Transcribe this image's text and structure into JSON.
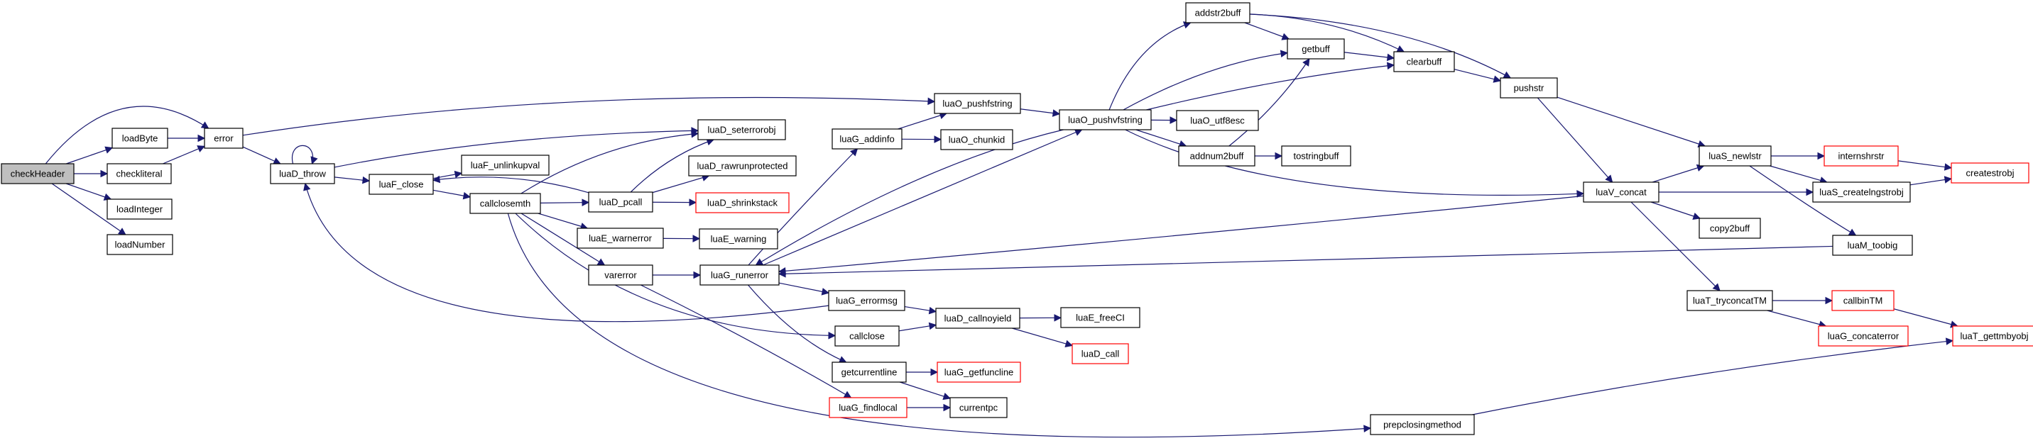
{
  "diagram": {
    "colors": {
      "edge": "#191970",
      "node_border": "#000000",
      "truncated_border": "#ff0000",
      "root_fill": "#bfbfbf",
      "node_fill": "#ffffff"
    },
    "nodes": [
      {
        "id": "checkHeader",
        "label": "checkHeader",
        "root": true
      },
      {
        "id": "loadByte",
        "label": "loadByte"
      },
      {
        "id": "checkliteral",
        "label": "checkliteral"
      },
      {
        "id": "loadInteger",
        "label": "loadInteger"
      },
      {
        "id": "loadNumber",
        "label": "loadNumber"
      },
      {
        "id": "error",
        "label": "error"
      },
      {
        "id": "luaD_throw",
        "label": "luaD_throw"
      },
      {
        "id": "luaF_close",
        "label": "luaF_close"
      },
      {
        "id": "luaF_unlinkupval",
        "label": "luaF_unlinkupval"
      },
      {
        "id": "callclosemth",
        "label": "callclosemth"
      },
      {
        "id": "luaD_seterrorobj",
        "label": "luaD_seterrorobj"
      },
      {
        "id": "luaD_rawrunprotected",
        "label": "luaD_rawrunprotected"
      },
      {
        "id": "luaD_pcall",
        "label": "luaD_pcall"
      },
      {
        "id": "luaD_shrinkstack",
        "label": "luaD_shrinkstack",
        "truncated": true
      },
      {
        "id": "luaE_warnerror",
        "label": "luaE_warnerror"
      },
      {
        "id": "luaE_warning",
        "label": "luaE_warning"
      },
      {
        "id": "varerror",
        "label": "varerror"
      },
      {
        "id": "luaG_runerror",
        "label": "luaG_runerror"
      },
      {
        "id": "luaG_addinfo",
        "label": "luaG_addinfo"
      },
      {
        "id": "luaO_chunkid",
        "label": "luaO_chunkid"
      },
      {
        "id": "luaO_pushfstring",
        "label": "luaO_pushfstring"
      },
      {
        "id": "luaO_pushvfstring",
        "label": "luaO_pushvfstring"
      },
      {
        "id": "luaG_errormsg",
        "label": "luaG_errormsg"
      },
      {
        "id": "callclose",
        "label": "callclose"
      },
      {
        "id": "luaD_callnoyield",
        "label": "luaD_callnoyield"
      },
      {
        "id": "luaE_freeCI",
        "label": "luaE_freeCI"
      },
      {
        "id": "luaD_call",
        "label": "luaD_call",
        "truncated": true
      },
      {
        "id": "getcurrentline",
        "label": "getcurrentline"
      },
      {
        "id": "luaG_getfuncline",
        "label": "luaG_getfuncline",
        "truncated": true
      },
      {
        "id": "luaG_findlocal",
        "label": "luaG_findlocal",
        "truncated": true
      },
      {
        "id": "currentpc",
        "label": "currentpc"
      },
      {
        "id": "addstr2buff",
        "label": "addstr2buff"
      },
      {
        "id": "getbuff",
        "label": "getbuff"
      },
      {
        "id": "clearbuff",
        "label": "clearbuff"
      },
      {
        "id": "pushstr",
        "label": "pushstr"
      },
      {
        "id": "luaO_utf8esc",
        "label": "luaO_utf8esc"
      },
      {
        "id": "addnum2buff",
        "label": "addnum2buff"
      },
      {
        "id": "tostringbuff",
        "label": "tostringbuff"
      },
      {
        "id": "luaV_concat",
        "label": "luaV_concat"
      },
      {
        "id": "copy2buff",
        "label": "copy2buff"
      },
      {
        "id": "luaT_tryconcatTM",
        "label": "luaT_tryconcatTM"
      },
      {
        "id": "luaS_newlstr",
        "label": "luaS_newlstr"
      },
      {
        "id": "internshrstr",
        "label": "internshrstr",
        "truncated": true
      },
      {
        "id": "luaS_createlngstrobj",
        "label": "luaS_createlngstrobj"
      },
      {
        "id": "createstrobj",
        "label": "createstrobj",
        "truncated": true
      },
      {
        "id": "luaM_toobig",
        "label": "luaM_toobig"
      },
      {
        "id": "callbinTM",
        "label": "callbinTM",
        "truncated": true
      },
      {
        "id": "luaG_concaterror",
        "label": "luaG_concaterror",
        "truncated": true
      },
      {
        "id": "luaT_gettmbyobj",
        "label": "luaT_gettmbyobj",
        "truncated": true
      },
      {
        "id": "prepclosingmethod",
        "label": "prepclosingmethod"
      }
    ],
    "edges": [
      [
        "checkHeader",
        "loadByte"
      ],
      [
        "checkHeader",
        "checkliteral"
      ],
      [
        "checkHeader",
        "loadInteger"
      ],
      [
        "checkHeader",
        "loadNumber"
      ],
      [
        "checkHeader",
        "error"
      ],
      [
        "loadByte",
        "error"
      ],
      [
        "checkliteral",
        "error"
      ],
      [
        "error",
        "luaD_throw"
      ],
      [
        "error",
        "luaO_pushfstring"
      ],
      [
        "luaD_throw",
        "luaD_throw"
      ],
      [
        "luaD_throw",
        "luaF_close"
      ],
      [
        "luaD_throw",
        "luaD_seterrorobj"
      ],
      [
        "luaF_close",
        "luaF_unlinkupval"
      ],
      [
        "luaF_close",
        "callclosemth"
      ],
      [
        "callclosemth",
        "luaD_seterrorobj"
      ],
      [
        "callclosemth",
        "luaD_pcall"
      ],
      [
        "callclosemth",
        "luaE_warnerror"
      ],
      [
        "callclosemth",
        "varerror"
      ],
      [
        "callclosemth",
        "callclose"
      ],
      [
        "callclosemth",
        "prepclosingmethod"
      ],
      [
        "luaD_pcall",
        "luaF_close"
      ],
      [
        "luaD_pcall",
        "luaD_seterrorobj"
      ],
      [
        "luaD_pcall",
        "luaD_rawrunprotected"
      ],
      [
        "luaD_pcall",
        "luaD_shrinkstack"
      ],
      [
        "luaE_warnerror",
        "luaE_warning"
      ],
      [
        "varerror",
        "luaG_runerror"
      ],
      [
        "varerror",
        "luaG_findlocal"
      ],
      [
        "luaG_runerror",
        "luaG_addinfo"
      ],
      [
        "luaG_runerror",
        "luaO_pushvfstring"
      ],
      [
        "luaG_runerror",
        "luaG_errormsg"
      ],
      [
        "luaG_runerror",
        "getcurrentline"
      ],
      [
        "luaG_addinfo",
        "luaO_pushfstring"
      ],
      [
        "luaG_addinfo",
        "luaO_chunkid"
      ],
      [
        "luaO_pushfstring",
        "luaO_pushvfstring"
      ],
      [
        "luaO_pushvfstring",
        "addstr2buff"
      ],
      [
        "luaO_pushvfstring",
        "getbuff"
      ],
      [
        "luaO_pushvfstring",
        "clearbuff"
      ],
      [
        "luaO_pushvfstring",
        "luaO_utf8esc"
      ],
      [
        "luaO_pushvfstring",
        "addnum2buff"
      ],
      [
        "luaO_pushvfstring",
        "luaV_concat"
      ],
      [
        "luaO_pushvfstring",
        "luaG_runerror"
      ],
      [
        "addstr2buff",
        "getbuff"
      ],
      [
        "addstr2buff",
        "clearbuff"
      ],
      [
        "addstr2buff",
        "pushstr"
      ],
      [
        "getbuff",
        "clearbuff"
      ],
      [
        "clearbuff",
        "pushstr"
      ],
      [
        "addnum2buff",
        "getbuff"
      ],
      [
        "addnum2buff",
        "tostringbuff"
      ],
      [
        "pushstr",
        "luaS_newlstr"
      ],
      [
        "pushstr",
        "luaV_concat"
      ],
      [
        "luaV_concat",
        "luaS_newlstr"
      ],
      [
        "luaV_concat",
        "luaS_createlngstrobj"
      ],
      [
        "luaV_concat",
        "copy2buff"
      ],
      [
        "luaV_concat",
        "luaT_tryconcatTM"
      ],
      [
        "luaV_concat",
        "luaG_runerror"
      ],
      [
        "luaS_newlstr",
        "internshrstr"
      ],
      [
        "luaS_newlstr",
        "luaS_createlngstrobj"
      ],
      [
        "luaS_newlstr",
        "luaM_toobig"
      ],
      [
        "internshrstr",
        "createstrobj"
      ],
      [
        "luaS_createlngstrobj",
        "createstrobj"
      ],
      [
        "luaM_toobig",
        "luaG_runerror"
      ],
      [
        "luaT_tryconcatTM",
        "callbinTM"
      ],
      [
        "luaT_tryconcatTM",
        "luaG_concaterror"
      ],
      [
        "callbinTM",
        "luaT_gettmbyobj"
      ],
      [
        "luaG_errormsg",
        "luaD_callnoyield"
      ],
      [
        "luaG_errormsg",
        "luaD_throw"
      ],
      [
        "callclose",
        "luaD_callnoyield"
      ],
      [
        "luaD_callnoyield",
        "luaE_freeCI"
      ],
      [
        "luaD_callnoyield",
        "luaD_call"
      ],
      [
        "getcurrentline",
        "luaG_getfuncline"
      ],
      [
        "getcurrentline",
        "currentpc"
      ],
      [
        "luaG_findlocal",
        "currentpc"
      ],
      [
        "prepclosingmethod",
        "luaT_gettmbyobj"
      ]
    ]
  }
}
